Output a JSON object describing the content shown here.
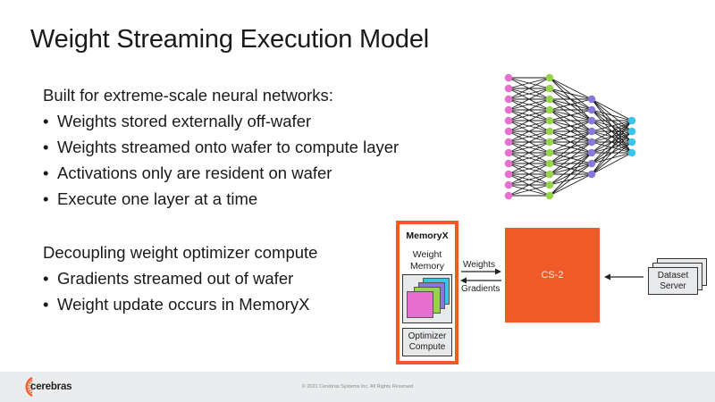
{
  "slide": {
    "title": "Weight Streaming Execution Model",
    "section1": {
      "heading": "Built for extreme-scale neural networks:",
      "bullets": [
        "Weights stored externally off-wafer",
        "Weights streamed onto wafer to compute layer",
        "Activations only are resident on wafer",
        "Execute one layer at a time"
      ]
    },
    "section2": {
      "heading": "Decoupling weight optimizer compute",
      "bullets": [
        "Gradients streamed out of wafer",
        "Weight update occurs in MemoryX"
      ]
    }
  },
  "neural_net": {
    "layers": [
      {
        "nodes": 12,
        "color": "#E86FD0"
      },
      {
        "nodes": 12,
        "color": "#98D34E"
      },
      {
        "nodes": 8,
        "color": "#8A78D8"
      },
      {
        "nodes": 4,
        "color": "#3EC3E6"
      }
    ]
  },
  "diagram": {
    "memoryx": {
      "title": "MemoryX",
      "weight_memory_label": [
        "Weight",
        "Memory"
      ],
      "optimizer_label": [
        "Optimizer",
        "Compute"
      ],
      "sheet_colors": [
        "#3EC3E6",
        "#8A78D8",
        "#98D34E",
        "#E86FD0"
      ]
    },
    "arrows": {
      "weights_label": "Weights",
      "gradients_label": "Gradients"
    },
    "cs2_label": "CS-2",
    "dataset_server_label": [
      "Dataset",
      "Server"
    ],
    "accent_color": "#F05A28"
  },
  "footer": {
    "logo_text": "cerebras",
    "copyright": "© 2021 Cerebras Systems Inc. All Rights Reserved"
  }
}
